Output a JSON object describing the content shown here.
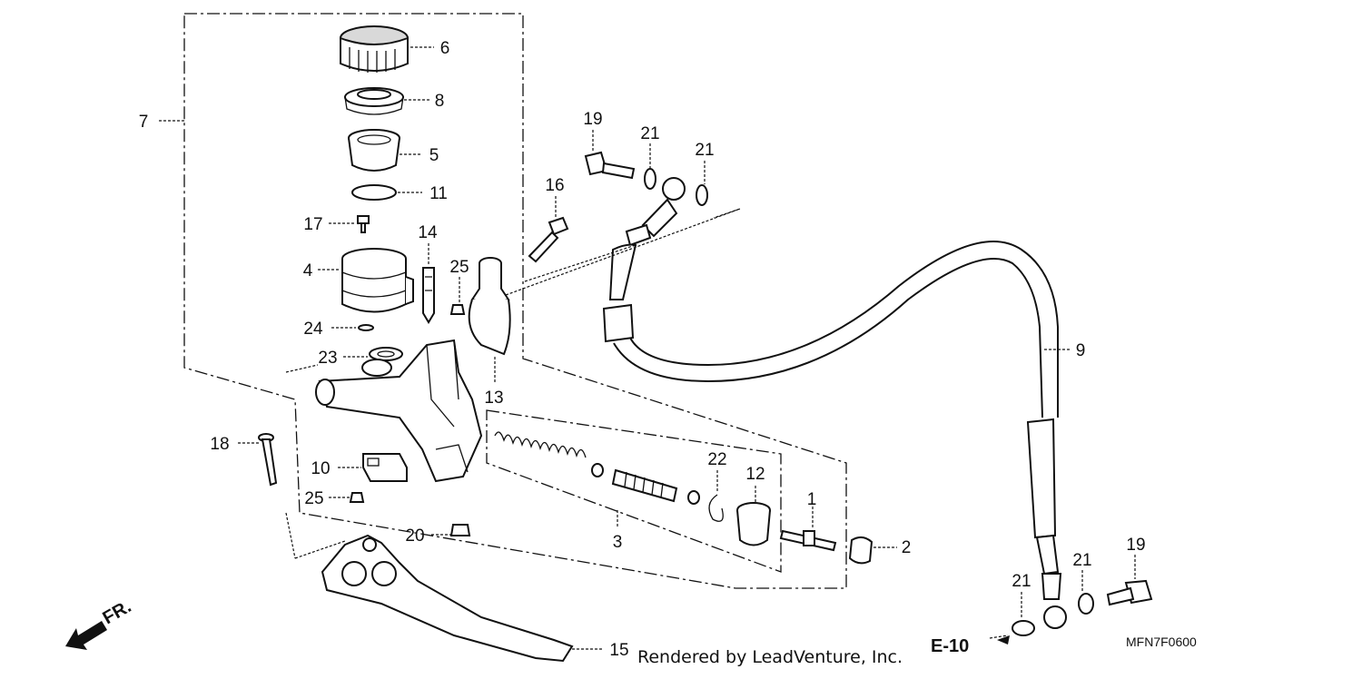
{
  "callouts": {
    "c1": "1",
    "c2": "2",
    "c3": "3",
    "c4": "4",
    "c5": "5",
    "c6": "6",
    "c7": "7",
    "c8": "8",
    "c9": "9",
    "c10": "10",
    "c11": "11",
    "c12": "12",
    "c13": "13",
    "c14": "14",
    "c15": "15",
    "c16": "16",
    "c17": "17",
    "c18": "18",
    "c19a": "19",
    "c19b": "19",
    "c20": "20",
    "c21a": "21",
    "c21b": "21",
    "c21c": "21",
    "c21d": "21",
    "c22": "22",
    "c23": "23",
    "c24": "24",
    "c25a": "25",
    "c25b": "25"
  },
  "labels": {
    "rendered_by": "Rendered by LeadVenture, Inc.",
    "section_ref": "E-10",
    "direction": "FR.",
    "diagram_code": "MFN7F0600"
  }
}
